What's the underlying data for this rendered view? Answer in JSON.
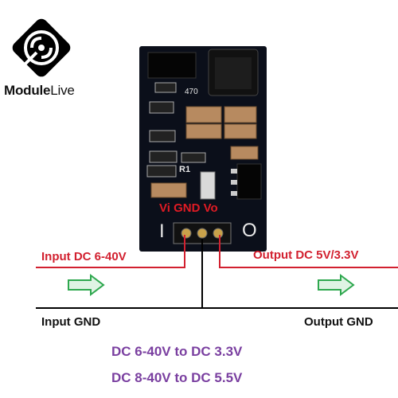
{
  "brand": {
    "name_bold": "Module",
    "name_light": "Live"
  },
  "board": {
    "inductor_marking": "470",
    "resistor_marking": "R1",
    "pin_side_left": "I",
    "pin_side_right": "O",
    "pin_header_label": "Vi GND Vo"
  },
  "labels": {
    "input": "Input DC 6-40V",
    "output": "Output DC 5V/3.3V",
    "input_gnd": "Input GND",
    "output_gnd": "Output GND"
  },
  "conversions": [
    "DC 6-40V to DC 3.3V",
    "DC 8-40V to DC 5.5V"
  ],
  "colors": {
    "board": "#0b0f1a",
    "wire_red": "#d2202f",
    "arrow_green": "#2fa84f",
    "text_purple": "#7a3fa0",
    "logo_black": "#000000"
  }
}
